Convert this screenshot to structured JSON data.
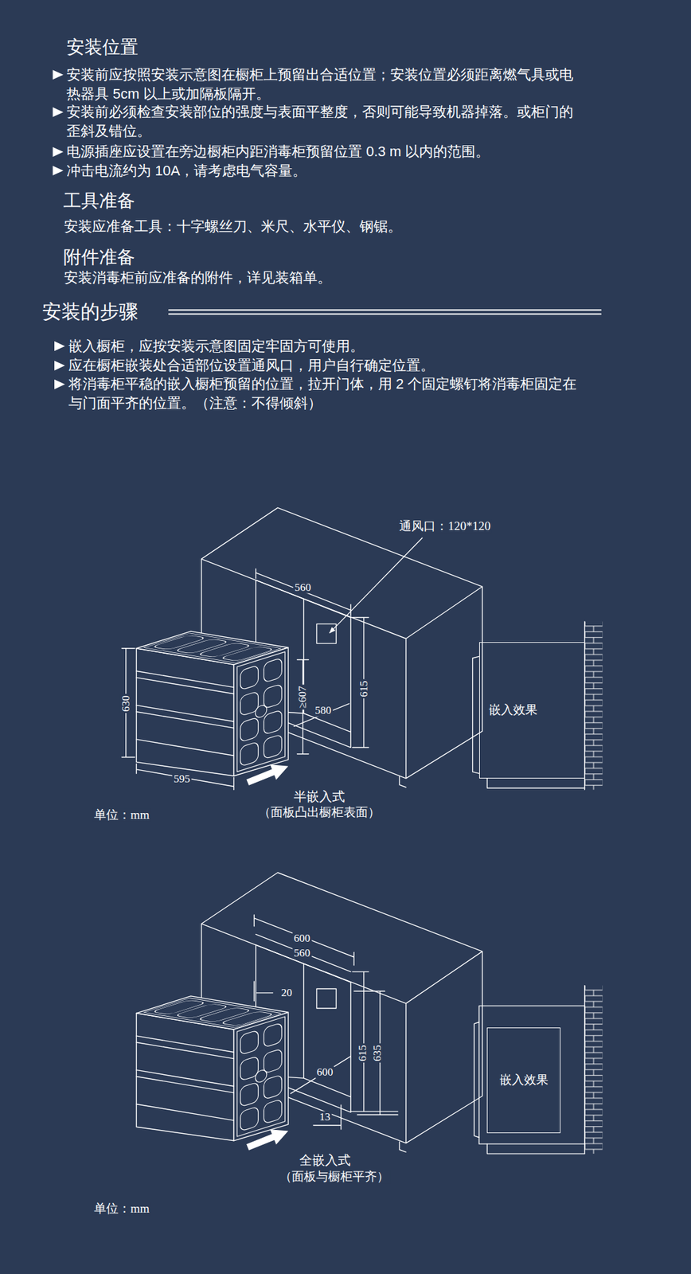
{
  "diagram": {
    "nodes": [
      {
        "text": [
          "嵌入效果"
        ]
      },
      {
        "text": [
          "嵌入效果"
        ]
      }
    ],
    "labels": [
      "安装位置",
      "安装前应按照安装示意图在橱柜上预留出合适位置；安装位置必须距离燃气具或电 热器具 5cm 以上或加隔板隔开。",
      "安装前必须检查安装部位的强度与表面平整度，否则可能导致机器掉落。或柜门的 歪斜及错位。",
      "电源插座应设置在旁边橱柜内距消毒柜预留位置 0.3 m 以内的范围。",
      "冲击电流约为 10A，请考虑电气容量。",
      "工具准备",
      "安装应准备工具：十字螺丝刀、米尺、水平仪、钢锯。",
      "附件准备",
      "安装消毒柜前应准备的附件，详见装箱单。",
      "安装的步骤",
      "嵌入橱柜，应按安装示意图固定牢固方可使用。",
      "应在橱柜嵌装处合适部位设置通风口，用户自行确定位置。",
      "将消毒柜平稳的嵌入橱柜预留的位置，拉开门体，用 2 个固定螺钉将消毒柜固定在 与门面平齐的位置。（注意：不得倾斜）",
      "通风口：120*120",
      "560",
      "615",
      "630",
      "≥607",
      "580",
      "595",
      "半嵌入式",
      "（面板凸出橱柜表面）",
      "单位：mm",
      "600",
      "560",
      "20",
      "615",
      "635",
      "600",
      "13",
      "全嵌入式",
      "（面板与橱柜平齐）",
      "单位：mm"
    ]
  }
}
